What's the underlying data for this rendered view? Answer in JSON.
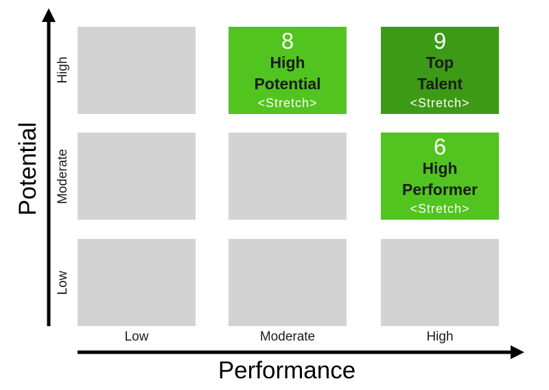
{
  "y_axis": {
    "label": "Potential",
    "ticks": [
      "Low",
      "Moderate",
      "High"
    ]
  },
  "x_axis": {
    "label": "Performance",
    "ticks": [
      "Low",
      "Moderate",
      "High"
    ]
  },
  "colors": {
    "empty": "#d3d3d3",
    "highlight": "#52c41f",
    "top": "#3d9a16",
    "text_dark": "#1b1b1b",
    "text_light": "#ffffff",
    "axis": "#000000"
  },
  "cells": [
    {
      "row": 0,
      "col": 0,
      "style": "empty"
    },
    {
      "row": 0,
      "col": 1,
      "style": "highlight",
      "number": "8",
      "title_lines": [
        "High",
        "Potential"
      ],
      "tag": "<Stretch>"
    },
    {
      "row": 0,
      "col": 2,
      "style": "top",
      "number": "9",
      "title_lines": [
        "Top",
        "Talent"
      ],
      "tag": "<Stretch>"
    },
    {
      "row": 1,
      "col": 0,
      "style": "empty"
    },
    {
      "row": 1,
      "col": 1,
      "style": "empty"
    },
    {
      "row": 1,
      "col": 2,
      "style": "highlight",
      "number": "6",
      "title_lines": [
        "High",
        "Performer"
      ],
      "tag": "<Stretch>"
    },
    {
      "row": 2,
      "col": 0,
      "style": "empty"
    },
    {
      "row": 2,
      "col": 1,
      "style": "empty"
    },
    {
      "row": 2,
      "col": 2,
      "style": "empty"
    }
  ]
}
